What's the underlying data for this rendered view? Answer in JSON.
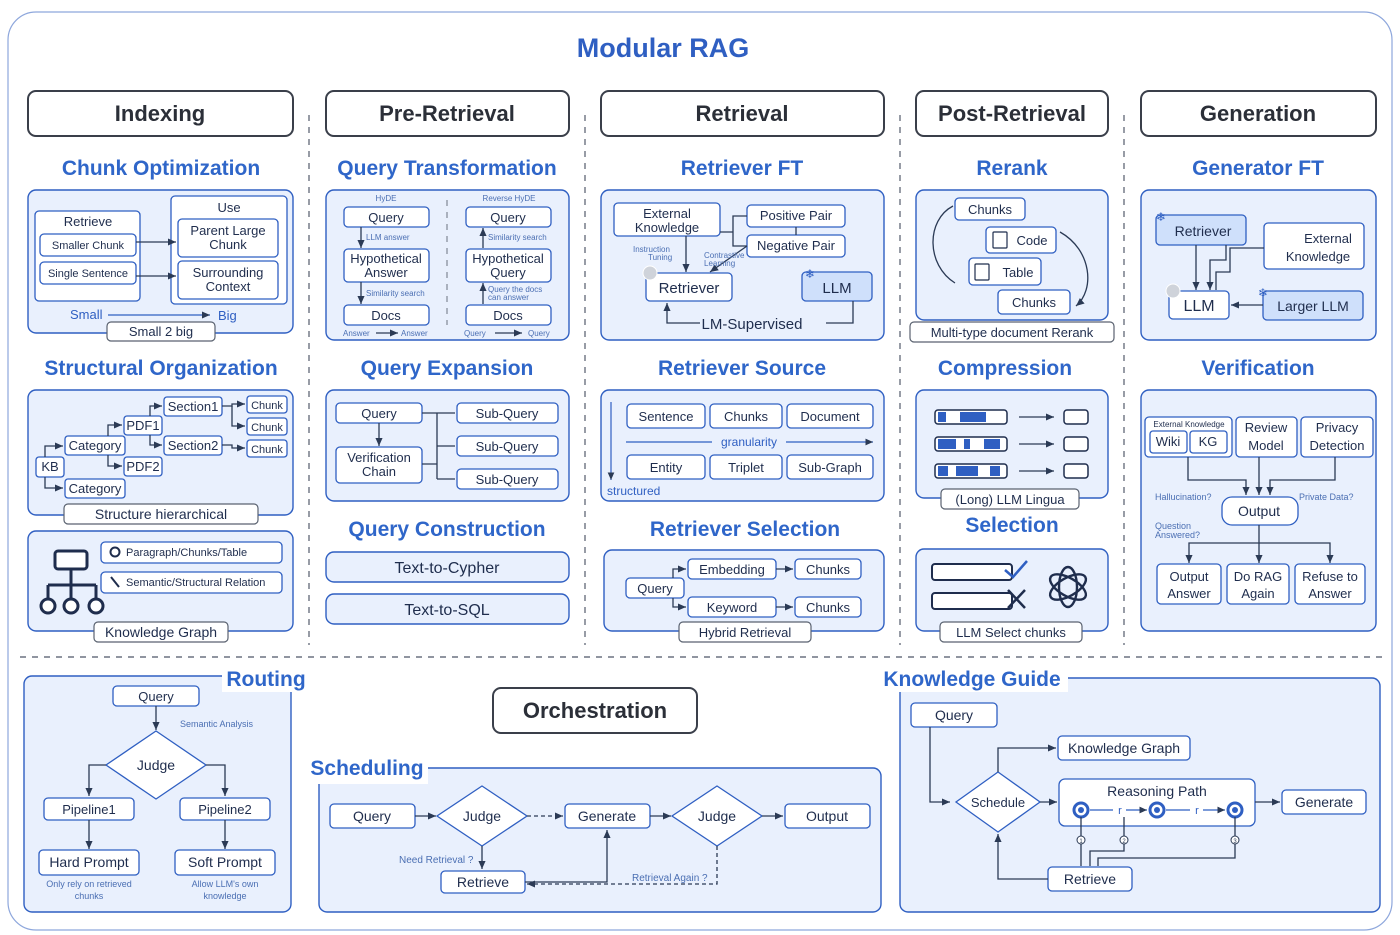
{
  "title": "Modular RAG",
  "stages": [
    "Indexing",
    "Pre-Retrieval",
    "Retrieval",
    "Post-Retrieval",
    "Generation"
  ],
  "indexing": {
    "chunk_opt": {
      "title": "Chunk Optimization",
      "retrieve": "Retrieve",
      "smaller_chunk": "Smaller Chunk",
      "single_sentence": "Single Sentence",
      "use": "Use",
      "parent_large_chunk": [
        "Parent Large",
        "Chunk"
      ],
      "surrounding_context": [
        "Surrounding",
        "Context"
      ],
      "small": "Small",
      "big": "Big",
      "caption": "Small 2 big"
    },
    "struct_org": {
      "title": "Structural Organization",
      "kb": "KB",
      "category1": "Category",
      "category2": "Category",
      "pdf1": "PDF1",
      "pdf2": "PDF2",
      "section1": "Section1",
      "section2": "Section2",
      "chunk1": "Chunk",
      "chunk2": "Chunk",
      "chunk3": "Chunk",
      "caption": "Structure hierarchical"
    },
    "kg": {
      "item1": "Paragraph/Chunks/Table",
      "item2": "Semantic/Structural Relation",
      "caption": "Knowledge Graph"
    }
  },
  "pre_retrieval": {
    "query_transform": {
      "title": "Query Transformation",
      "hyde": "HyDE",
      "reverse_hyde": "Reverse HyDE",
      "query_l": "Query",
      "llm_answer": "LLM answer",
      "hyp_answer": [
        "Hypothetical",
        "Answer"
      ],
      "similarity_search_l": "Similarity search",
      "docs_l": "Docs",
      "answer_a": "Answer",
      "answer_b": "Answer",
      "query_r": "Query",
      "similarity_search_r": "Similarity search",
      "hyp_query": [
        "Hypothetical",
        "Query"
      ],
      "query_docs_can_answer": [
        "Query the docs",
        "can answer"
      ],
      "docs_r": "Docs",
      "query_a": "Query",
      "query_b": "Query"
    },
    "query_expansion": {
      "title": "Query Expansion",
      "query": "Query",
      "verification_chain": [
        "Verification",
        "Chain"
      ],
      "sub_query_1": "Sub-Query",
      "sub_query_2": "Sub-Query",
      "sub_query_3": "Sub-Query"
    },
    "query_construction": {
      "title": "Query Construction",
      "item1": "Text-to-Cypher",
      "item2": "Text-to-SQL"
    }
  },
  "retrieval": {
    "retriever_ft": {
      "title": "Retriever FT",
      "external_knowledge": [
        "External",
        "Knowledge"
      ],
      "positive_pair": "Positive Pair",
      "negative_pair": "Negative Pair",
      "instruction_tuning": [
        "Instruction",
        "Tuning"
      ],
      "contrastive_learning": [
        "Contrastive",
        "Learning"
      ],
      "retriever": "Retriever",
      "llm": "LLM",
      "lm_supervised": "LM-Supervised"
    },
    "retriever_source": {
      "title": "Retriever Source",
      "sentence": "Sentence",
      "chunks": "Chunks",
      "document": "Document",
      "granularity": "granularity",
      "entity": "Entity",
      "triplet": "Triplet",
      "sub_graph": "Sub-Graph",
      "structured": "structured"
    },
    "retriever_selection": {
      "title": "Retriever Selection",
      "query": "Query",
      "embedding": "Embedding",
      "keyword": "Keyword",
      "chunks1": "Chunks",
      "chunks2": "Chunks",
      "caption": "Hybrid Retrieval"
    }
  },
  "post_retrieval": {
    "rerank": {
      "title": "Rerank",
      "chunks_top": "Chunks",
      "code": "Code",
      "table": "Table",
      "chunks_bottom": "Chunks",
      "caption": "Multi-type document Rerank"
    },
    "compression": {
      "title": "Compression",
      "caption": "(Long) LLM Lingua"
    },
    "selection": {
      "title": "Selection",
      "caption": "LLM Select chunks"
    }
  },
  "generation": {
    "generator_ft": {
      "title": "Generator FT",
      "retriever": "Retriever",
      "external_knowledge": [
        "External",
        "Knowledge"
      ],
      "llm": "LLM",
      "larger_llm": "Larger LLM"
    },
    "verification": {
      "title": "Verification",
      "external_knowledge": "External Knowledge",
      "wiki": "Wiki",
      "kg": "KG",
      "review_model": [
        "Review",
        "Model"
      ],
      "privacy_detection": [
        "Privacy",
        "Detection"
      ],
      "output": "Output",
      "hallucination": "Hallucination?",
      "private_data": "Private Data?",
      "question_answered": [
        "Question",
        "Answered?"
      ],
      "output_answer": [
        "Output",
        "Answer"
      ],
      "do_rag_again": [
        "Do RAG",
        "Again"
      ],
      "refuse_to_answer": [
        "Refuse to",
        "Answer"
      ]
    }
  },
  "orchestration": {
    "title": "Orchestration",
    "routing": {
      "title": "Routing",
      "query": "Query",
      "semantic_analysis": "Semantic Analysis",
      "judge": "Judge",
      "pipeline1": "Pipeline1",
      "pipeline2": "Pipeline2",
      "hard_prompt": "Hard Prompt",
      "soft_prompt": "Soft Prompt",
      "hard_note": [
        "Only rely on retrieved",
        "chunks"
      ],
      "soft_note": [
        "Allow LLM's own",
        "knowledge"
      ]
    },
    "scheduling": {
      "title": "Scheduling",
      "query": "Query",
      "judge1": "Judge",
      "generate": "Generate",
      "judge2": "Judge",
      "output": "Output",
      "retrieve": "Retrieve",
      "need_retrieval": "Need Retrieval ?",
      "retrieval_again": "Retrieval Again ?"
    },
    "knowledge_guide": {
      "title": "Knowledge Guide",
      "query": "Query",
      "schedule": "Schedule",
      "knowledge_graph": "Knowledge Graph",
      "reasoning_path": "Reasoning Path",
      "generate": "Generate",
      "retrieve": "Retrieve",
      "r1": "r",
      "r2": "r",
      "n1": "1",
      "n2": "2",
      "n3": "3"
    }
  },
  "colors": {
    "accent": "#2f5fc2",
    "panel_fill": "#e9f0fd",
    "section_title": "#2f66c9",
    "frame": "#8ea7dc"
  }
}
